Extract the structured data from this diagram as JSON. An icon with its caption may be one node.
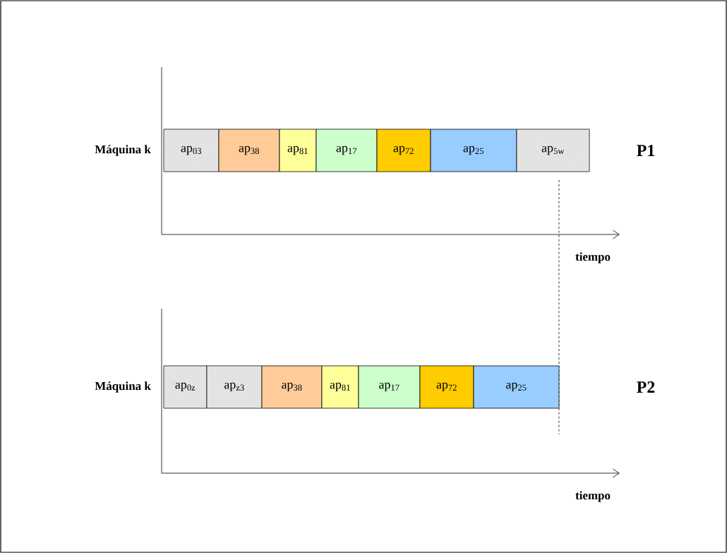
{
  "diagram": {
    "nodes": [
      {
        "text": [
          "ap$_{03}$"
        ]
      },
      {
        "text": [
          "ap$_{38}$"
        ]
      },
      {
        "text": [
          "ap$_{81}$"
        ]
      },
      {
        "text": [
          "ap$_{17}$"
        ]
      },
      {
        "text": [
          "ap$_{72}$"
        ]
      },
      {
        "text": [
          "ap$_{25}$"
        ]
      },
      {
        "text": [
          "ap$_{5w}$"
        ]
      },
      {
        "text": [
          "ap$_{0z}$"
        ]
      },
      {
        "text": [
          "ap$_{z3}$"
        ]
      },
      {
        "text": [
          "ap$_{38}$"
        ]
      },
      {
        "text": [
          "ap$_{81}$"
        ]
      },
      {
        "text": [
          "ap$_{17}$"
        ]
      },
      {
        "text": [
          "ap$_{72}$"
        ]
      },
      {
        "text": [
          "ap$_{25}$"
        ]
      }
    ],
    "labels": [
      "Máquina k",
      "P1",
      "tiempo",
      "Máquina k",
      "P2",
      "tiempo"
    ]
  }
}
